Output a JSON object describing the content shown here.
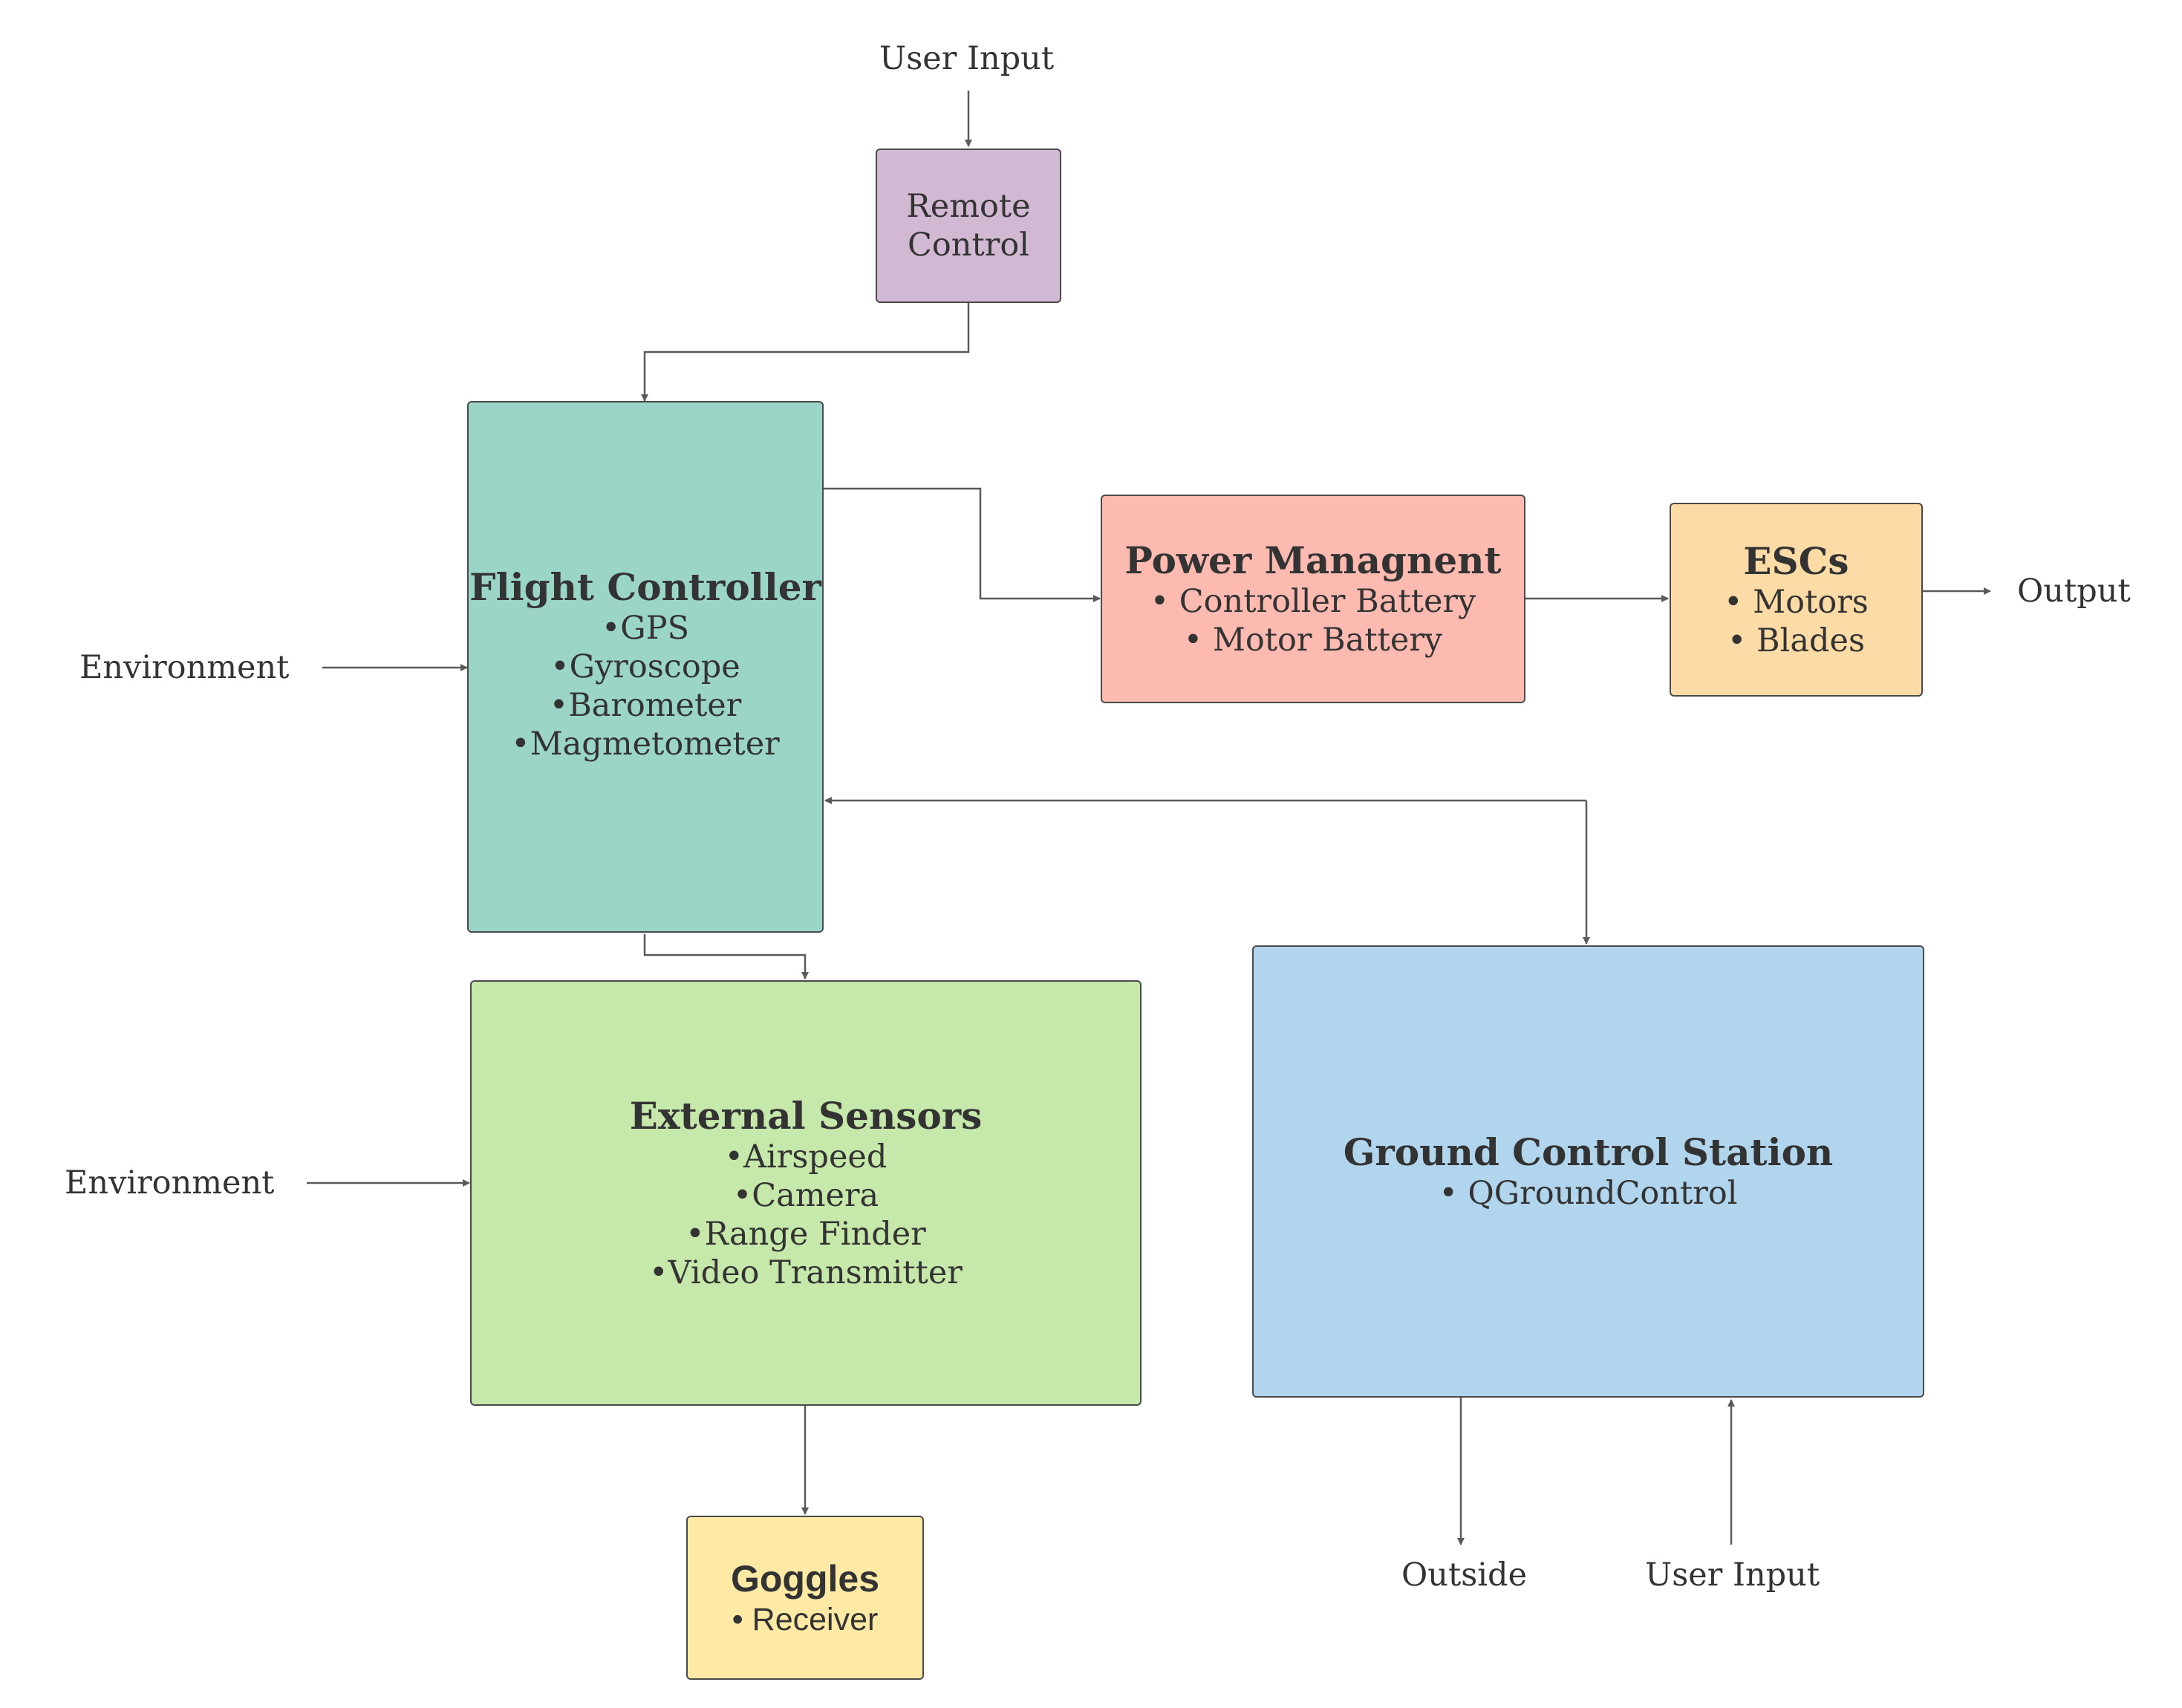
{
  "blocks": {
    "remote_control": {
      "lines": [
        "Remote",
        "Control"
      ],
      "color": "#d1b9d3"
    },
    "flight_controller": {
      "title": "Flight Controller",
      "items": [
        "•GPS",
        "•Gyroscope",
        "•Barometer",
        "•Magmetometer"
      ],
      "color": "#9bd5c8"
    },
    "power_management": {
      "title": "Power Managnent",
      "items": [
        "• Controller Battery",
        "• Motor Battery"
      ],
      "color": "#fdbab1"
    },
    "escs": {
      "title": "ESCs",
      "items": [
        "• Motors",
        "• Blades"
      ],
      "color": "#fddba6"
    },
    "external_sensors": {
      "title": "External Sensors",
      "items": [
        "•Airspeed",
        "•Camera",
        "•Range Finder",
        "•Video Transmitter"
      ],
      "color": "#c6e8aa"
    },
    "ground_control_station": {
      "title": "Ground Control Station",
      "items": [
        "• QGroundControl"
      ],
      "color": "#b1d5ed"
    },
    "goggles": {
      "title": "Goggles",
      "items": [
        "• Receiver"
      ],
      "color": "#fee9a5"
    }
  },
  "labels": {
    "user_input_top": "User Input",
    "environment_fc": "Environment",
    "environment_sensors": "Environment",
    "output": "Output",
    "outside": "Outside",
    "user_input_gcs": "User Input"
  },
  "connector_color": "#5a5a5a"
}
